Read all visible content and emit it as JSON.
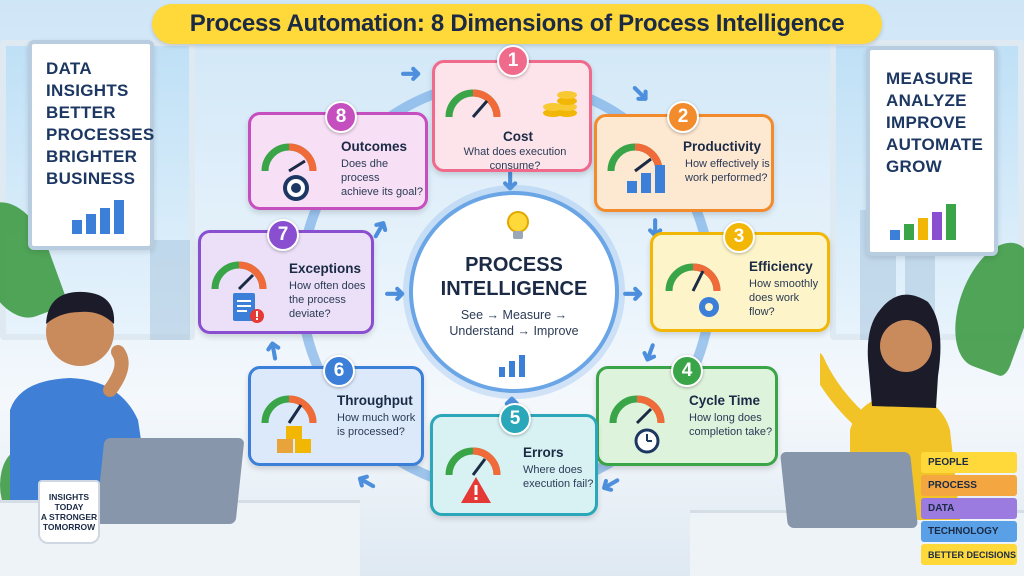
{
  "title": "Process Automation: 8 Dimensions of Process Intelligence",
  "left_board": [
    "DATA",
    "INSIGHTS",
    "BETTER",
    "PROCESSES",
    "BRIGHTER",
    "BUSINESS"
  ],
  "right_board": [
    "MEASURE",
    "ANALYZE",
    "IMPROVE",
    "AUTOMATE",
    "GROW"
  ],
  "center": {
    "title_line1": "PROCESS",
    "title_line2": "INTELLIGENCE",
    "sub_line1": "See → Measure →",
    "sub_line2": "Understand → Improve"
  },
  "cards": [
    {
      "num": "1",
      "name": "Cost",
      "desc": [
        "What does execution",
        "consume?"
      ],
      "color": "#f06a8c",
      "bg": "#fde3ea",
      "icon": "coins-icon"
    },
    {
      "num": "2",
      "name": "Productivity",
      "desc": [
        "How effectively is",
        "work performed?"
      ],
      "color": "#f28b2c",
      "bg": "#fde8d2",
      "icon": "bar-chart-icon"
    },
    {
      "num": "3",
      "name": "Efficiency",
      "desc": [
        "How smoothly",
        "does work flow?"
      ],
      "color": "#f2b705",
      "bg": "#fdf5c9",
      "icon": "gear-icon"
    },
    {
      "num": "4",
      "name": "Cycle Time",
      "desc": [
        "How long does",
        "completion take?"
      ],
      "color": "#3aa548",
      "bg": "#def3dc",
      "icon": "clock-icon"
    },
    {
      "num": "5",
      "name": "Errors",
      "desc": [
        "Where does",
        "execution fail?"
      ],
      "color": "#2aa7b8",
      "bg": "#d8f2f4",
      "icon": "warning-icon"
    },
    {
      "num": "6",
      "name": "Throughput",
      "desc": [
        "How much work",
        "is processed?"
      ],
      "color": "#3b7fd9",
      "bg": "#dbe9fa",
      "icon": "boxes-icon"
    },
    {
      "num": "7",
      "name": "Exceptions",
      "desc": [
        "How often does",
        "the process",
        "deviate?"
      ],
      "color": "#8a4fd0",
      "bg": "#ece0f8",
      "icon": "document-alert-icon"
    },
    {
      "num": "8",
      "name": "Outcomes",
      "desc": [
        "Does dhe process",
        "achieve its goal?"
      ],
      "color": "#c54fbf",
      "bg": "#f7dff5",
      "icon": "target-icon"
    }
  ],
  "mug": [
    "INSIGHTS",
    "TODAY",
    "A STRONGER",
    "TOMORROW"
  ],
  "books": [
    {
      "label": "PEOPLE",
      "color": "#ffd83a"
    },
    {
      "label": "PROCESS",
      "color": "#f4a640"
    },
    {
      "label": "DATA",
      "color": "#9b7be0"
    },
    {
      "label": "TECHNOLOGY",
      "color": "#5aa0e6"
    },
    {
      "label": "BETTER DECISIONS",
      "color": "#ffd83a"
    }
  ]
}
